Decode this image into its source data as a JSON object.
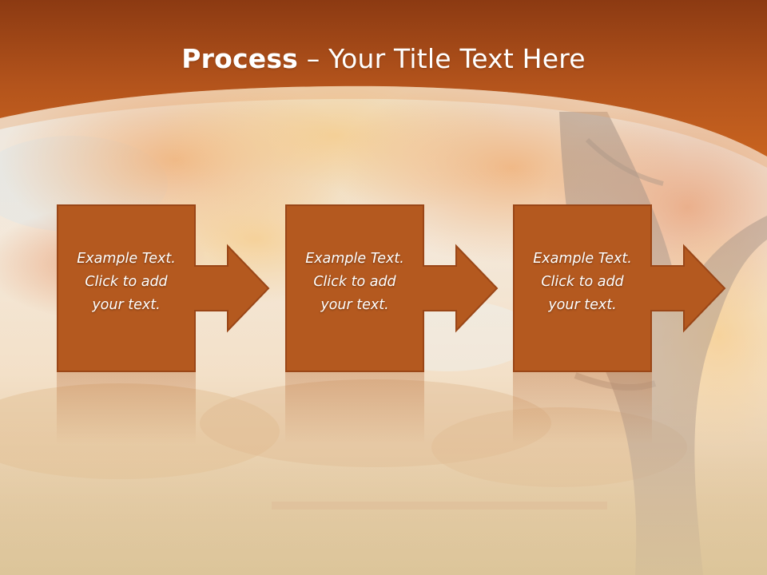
{
  "slide": {
    "title_strong": "Process",
    "title_rest": " – Your Title Text Here"
  },
  "steps": [
    {
      "label": "Example Text.\nClick  to add\nyour text."
    },
    {
      "label": "Example Text.\nClick  to add\nyour text."
    },
    {
      "label": "Example Text.\nClick  to add\nyour text."
    }
  ],
  "colors": {
    "header_dark": "#8c3a12",
    "header_light": "#c8631f",
    "box_fill": "#b4591f",
    "box_stroke": "#9a4617",
    "text": "#ffffff"
  }
}
